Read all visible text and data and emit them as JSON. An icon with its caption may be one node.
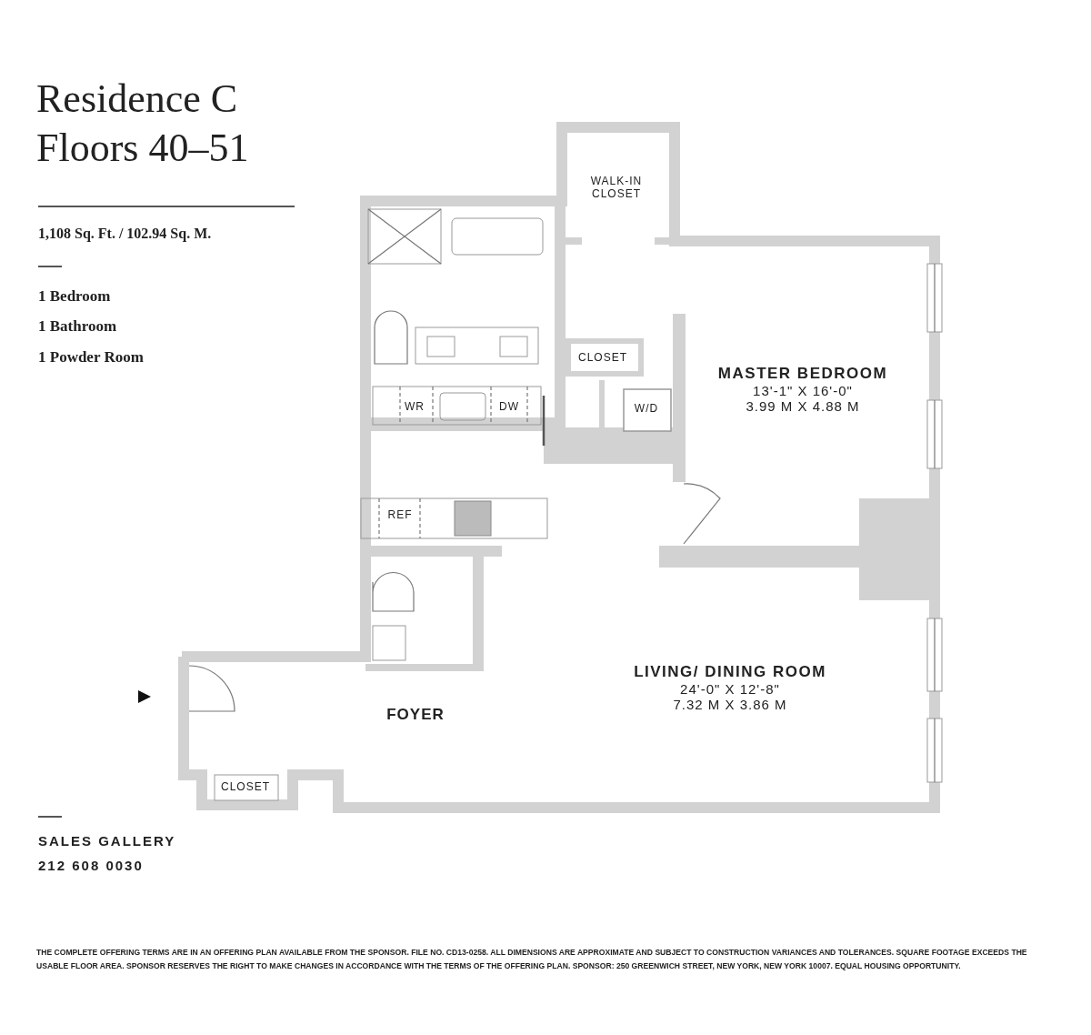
{
  "diagram": {
    "title": "Residence C Floors 40–51",
    "nodes": [
      {
        "text": [
          "WALK-IN CLOSET"
        ]
      },
      {
        "text": [
          "CLOSET"
        ]
      },
      {
        "text": [
          "MASTER BEDROOM",
          "13'-1\" X 16'-0\"",
          "3.99 M X 4.88 M"
        ]
      },
      {
        "text": [
          "W/D"
        ]
      },
      {
        "text": [
          "WR"
        ]
      },
      {
        "text": [
          "DW"
        ]
      },
      {
        "text": [
          "REF"
        ]
      },
      {
        "text": [
          "LIVING/ DINING ROOM",
          "24'-0\" X 12'-8\"",
          "7.32 M X 3.86 M"
        ]
      },
      {
        "text": [
          "FOYER"
        ]
      },
      {
        "text": [
          "CLOSET"
        ]
      }
    ],
    "edges": [],
    "labels": [
      "1,108 Sq. Ft. / 102.94 Sq. M.",
      "1 Bedroom",
      "1 Bathroom",
      "1 Powder Room",
      "SALES GALLERY",
      "212 608 0030",
      "THE COMPLETE OFFERING TERMS ARE IN AN OFFERING PLAN AVAILABLE FROM THE SPONSOR. FILE NO. CD13-0258. ALL DIMENSIONS ARE APPROXIMATE AND SUBJECT TO CONSTRUCTION VARIANCES AND TOLERANCES. SQUARE FOOTAGE EXCEEDS THE USABLE FLOOR AREA. SPONSOR RESERVES THE RIGHT TO MAKE CHANGES IN ACCORDANCE WITH THE TERMS OF THE OFFERING PLAN. SPONSOR: 250 GREENWICH STREET, NEW YORK, NEW YORK 10007. EQUAL HOUSING OPPORTUNITY."
    ]
  }
}
